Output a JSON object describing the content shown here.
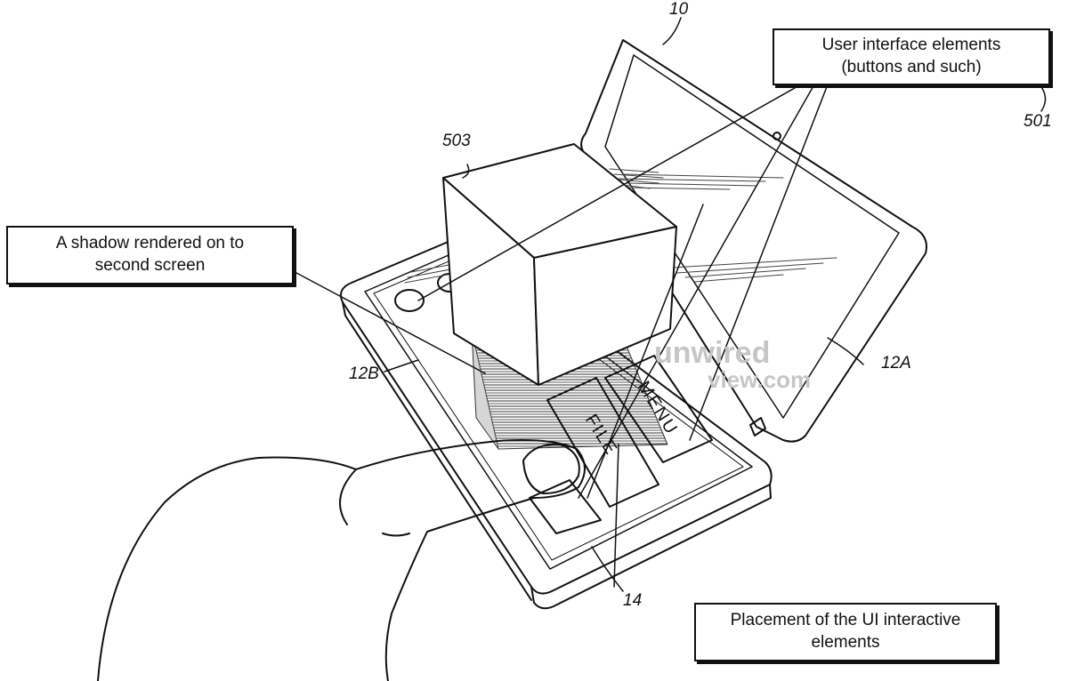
{
  "callouts": {
    "ui_elements": {
      "line1": "User interface elements",
      "line2": "(buttons and such)"
    },
    "shadow": {
      "line1": "A shadow rendered on to",
      "line2": "second screen"
    },
    "placement": {
      "line1": "Placement of the UI interactive",
      "line2": "elements"
    }
  },
  "refs": {
    "device": "10",
    "callout_ui": "501",
    "cube": "503",
    "screen_bottom": "12B",
    "screen_top": "12A",
    "base": "14"
  },
  "buttons": {
    "file": "FILE",
    "menu": "MENU"
  },
  "watermark": {
    "line1": "unwired",
    "line2": "view.com"
  },
  "colors": {
    "ink": "#111111",
    "shadow_fill": "#8a8a8a",
    "watermark": "#c6c6c6"
  }
}
